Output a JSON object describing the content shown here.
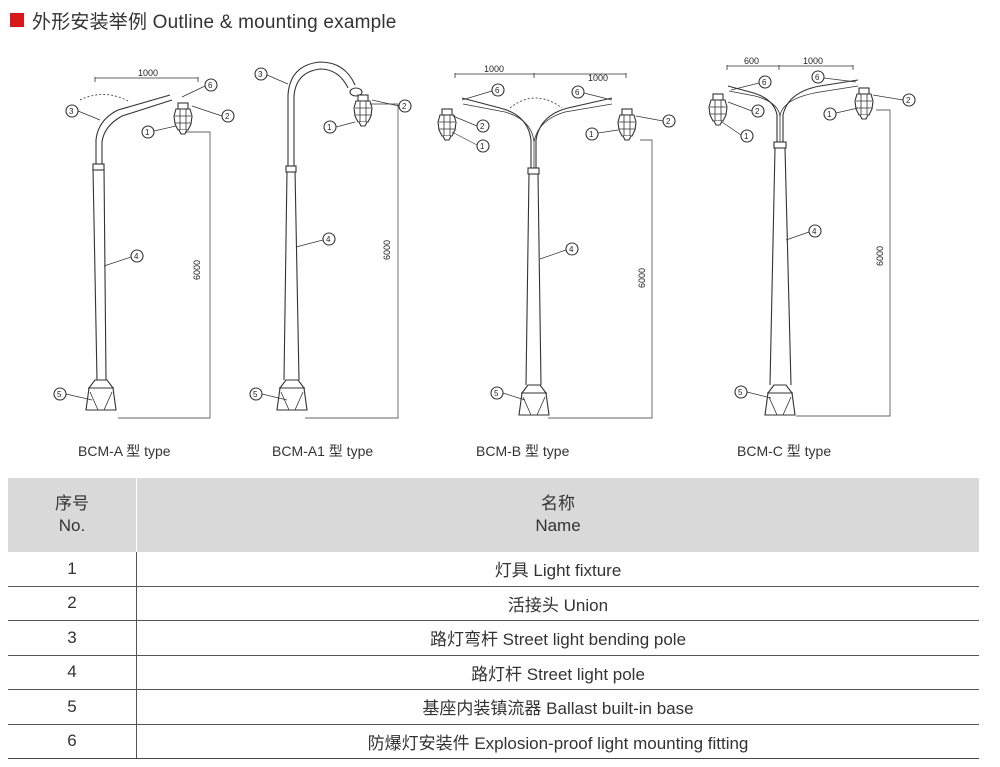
{
  "header": {
    "title": "外形安装举例 Outline & mounting example",
    "accent": "#d7191c"
  },
  "figure": {
    "dimension": "6000",
    "arm_length": "1000",
    "arm_short": "600",
    "captions": [
      "BCM-A 型 type",
      "BCM-A1 型 type",
      "BCM-B 型 type",
      "BCM-C 型 type"
    ]
  },
  "table": {
    "header_no": [
      "序号",
      "No."
    ],
    "header_name": [
      "名称",
      "Name"
    ],
    "rows": [
      {
        "no": "1",
        "name": "灯具 Light fixture"
      },
      {
        "no": "2",
        "name": "活接头 Union"
      },
      {
        "no": "3",
        "name": "路灯弯杆 Street light bending pole"
      },
      {
        "no": "4",
        "name": "路灯杆 Street light pole"
      },
      {
        "no": "5",
        "name": "基座内装镇流器 Ballast built-in base"
      },
      {
        "no": "6",
        "name": "防爆灯安装件 Explosion-proof light mounting fitting"
      }
    ]
  }
}
